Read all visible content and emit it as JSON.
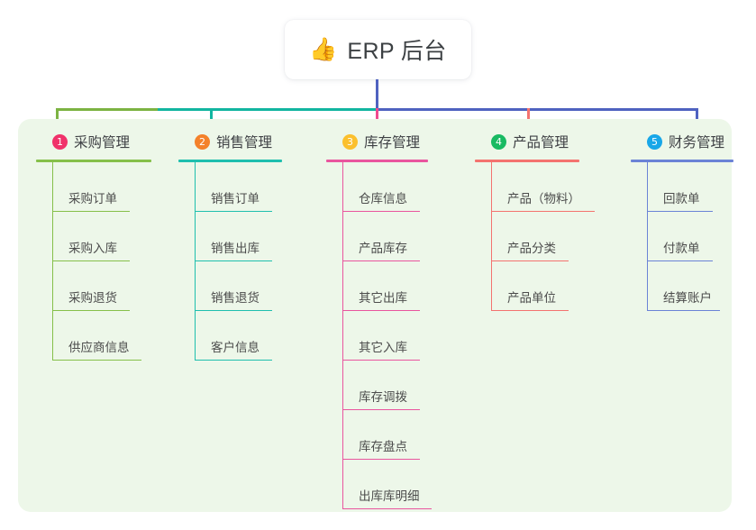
{
  "root": {
    "emoji": "👍",
    "emoji_name": "thumbs-up-icon",
    "title": "ERP 后台"
  },
  "palette": {
    "panel_bg": "#edf7e9",
    "page_bg": "#ffffff",
    "root_stem": "#4f62c0",
    "text": "#4a4a4a"
  },
  "connector": {
    "segments": [
      {
        "name": "green-bar",
        "color": "#7cb342"
      },
      {
        "name": "teal-bar",
        "color": "#12b5a0"
      },
      {
        "name": "blue-bar",
        "color": "#4f62c0"
      }
    ]
  },
  "columns": [
    {
      "index": "1",
      "title": "采购管理",
      "badge_color": "#f0326a",
      "line_color": "#86c04a",
      "drop_color": "#7cb342",
      "rule_width": 128,
      "items": [
        {
          "label": "采购订单",
          "rule_width": 85
        },
        {
          "label": "采购入库",
          "rule_width": 85
        },
        {
          "label": "采购退货",
          "rule_width": 85
        },
        {
          "label": "供应商信息",
          "rule_width": 98
        }
      ]
    },
    {
      "index": "2",
      "title": "销售管理",
      "badge_color": "#f4812a",
      "line_color": "#1fbfae",
      "drop_color": "#12b5a0",
      "rule_width": 115,
      "items": [
        {
          "label": "销售订单",
          "rule_width": 85
        },
        {
          "label": "销售出库",
          "rule_width": 85
        },
        {
          "label": "销售退货",
          "rule_width": 85
        },
        {
          "label": "客户信息",
          "rule_width": 85
        }
      ]
    },
    {
      "index": "3",
      "title": "库存管理",
      "badge_color": "#fbc02d",
      "line_color": "#e9559e",
      "drop_color": "#ef4b8f",
      "rule_width": 113,
      "items": [
        {
          "label": "仓库信息",
          "rule_width": 85
        },
        {
          "label": "产品库存",
          "rule_width": 85
        },
        {
          "label": "其它出库",
          "rule_width": 85
        },
        {
          "label": "其它入库",
          "rule_width": 85
        },
        {
          "label": "库存调拨",
          "rule_width": 85
        },
        {
          "label": "库存盘点",
          "rule_width": 85
        },
        {
          "label": "出库库明细",
          "rule_width": 98
        }
      ]
    },
    {
      "index": "4",
      "title": "产品管理",
      "badge_color": "#18ba62",
      "line_color": "#f4736f",
      "drop_color": "#f4736f",
      "rule_width": 116,
      "items": [
        {
          "label": "产品（物料）",
          "rule_width": 114
        },
        {
          "label": "产品分类",
          "rule_width": 85
        },
        {
          "label": "产品单位",
          "rule_width": 85
        }
      ]
    },
    {
      "index": "5",
      "title": "财务管理",
      "badge_color": "#18a7e8",
      "line_color": "#6b83d6",
      "drop_color": "#4f62c0",
      "rule_width": 114,
      "items": [
        {
          "label": "回款单",
          "rule_width": 72
        },
        {
          "label": "付款单",
          "rule_width": 72
        },
        {
          "label": "结算账户",
          "rule_width": 80
        }
      ]
    }
  ]
}
